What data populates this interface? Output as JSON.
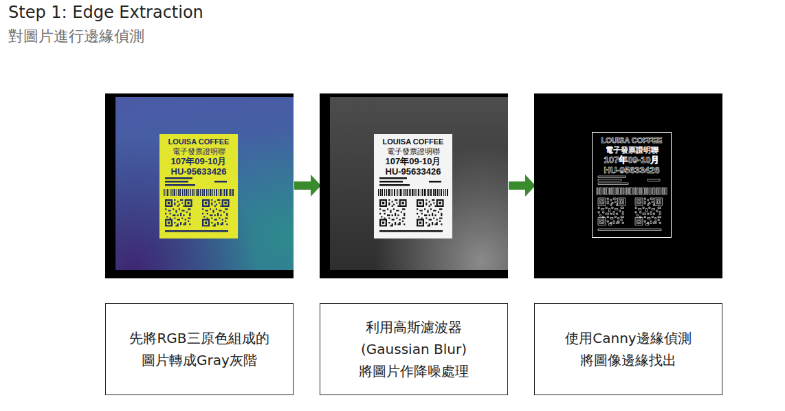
{
  "diagram": {
    "title": "Step 1: Edge Extraction",
    "nodes": [
      {
        "text": [
          "先將RGB三原色組成的 圖片轉成Gray灰階"
        ]
      },
      {
        "text": [
          "利用高斯濾波器 (Gaussian Blur) 將圖片作降噪處理"
        ]
      },
      {
        "text": [
          "使用Canny邊緣偵測 將圖像邊緣找出"
        ]
      }
    ],
    "labels": [
      "對圖片進行邊緣偵測",
      "LOUISA COFFEE",
      "電子發票證明聯",
      "107年09-10月",
      "HU-95633426",
      "LOUISA COFFEE",
      "電子發票證明聯",
      "107年09-10月",
      "HU-95633426",
      "LOUISA COFFEE",
      "電子發票證明聯",
      "107年09-10月",
      "HU-95633426"
    ]
  }
}
